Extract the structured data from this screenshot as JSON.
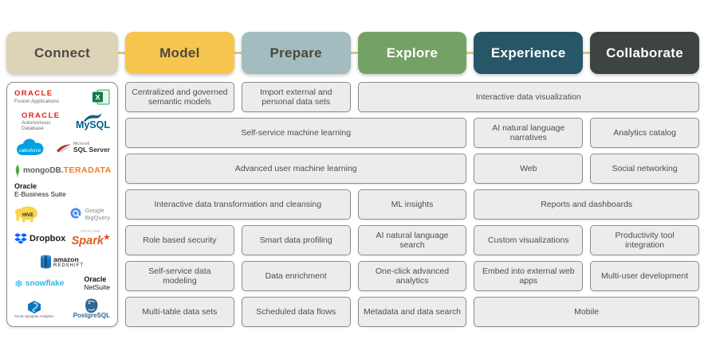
{
  "stages": [
    {
      "id": "connect",
      "label": "Connect",
      "bg": "#ddd4b8",
      "fg": "#4b4a42"
    },
    {
      "id": "model",
      "label": "Model",
      "bg": "#f6c54d",
      "fg": "#4b4a42"
    },
    {
      "id": "prepare",
      "label": "Prepare",
      "bg": "#a3bcbf",
      "fg": "#4f463f"
    },
    {
      "id": "explore",
      "label": "Explore",
      "bg": "#74a264",
      "fg": "#ffffff"
    },
    {
      "id": "experience",
      "label": "Experience",
      "bg": "#275667",
      "fg": "#ffffff"
    },
    {
      "id": "collaborate",
      "label": "Collaborate",
      "bg": "#3e4440",
      "fg": "#ffffff"
    }
  ],
  "colors": {
    "connector_line": "#e5c87f",
    "box_bg": "#ececea",
    "box_border": "#8f8f8f",
    "box_text": "#4d4d4d"
  },
  "grid": {
    "centralized": "Centralized and governed semantic models",
    "import_data": "Import external and personal data sets",
    "interactive_viz": "Interactive data visualization",
    "self_service_ml": "Self-service machine learning",
    "ai_narratives": "AI natural language narratives",
    "analytics_catalog": "Analytics catalog",
    "advanced_ml": "Advanced user machine learning",
    "web": "Web",
    "social": "Social networking",
    "data_transformation": "Interactive data transformation and cleansing",
    "ml_insights": "ML insights",
    "reports": "Reports and dashboards",
    "role_security": "Role based security",
    "smart_profiling": "Smart data profiling",
    "ai_search": "AI natural language search",
    "custom_viz": "Custom visualizations",
    "productivity": "Productivity tool integration",
    "data_modeling": "Self-service data modeling",
    "data_enrichment": "Data enrichment",
    "one_click": "One-click advanced analytics",
    "embed_web": "Embed into external web apps",
    "multi_user": "Multi-user development",
    "multi_table": "Multi-table data sets",
    "scheduled_flows": "Scheduled data flows",
    "metadata_search": "Metadata and data search",
    "mobile": "Mobile"
  },
  "logos": {
    "oracle_fusion": {
      "brand": "ORACLE",
      "sub": "Fusion Applications"
    },
    "excel": {
      "letter": "X"
    },
    "oracle_adb": {
      "brand": "ORACLE",
      "sub1": "Autonomous",
      "sub2": "Database"
    },
    "mysql": {
      "label": "MySQL"
    },
    "salesforce": {
      "label": "salesforce"
    },
    "sql_server": {
      "brand": "Microsoft",
      "label": "SQL Server"
    },
    "mongodb": {
      "label": "mongoDB."
    },
    "teradata": {
      "label": "TERADATA"
    },
    "oracle_ebs": {
      "line1": "Oracle",
      "line2": "E-Business Suite"
    },
    "hive": {
      "label": "HIVE"
    },
    "bigquery": {
      "line1": "Google",
      "line2": "BigQuery"
    },
    "dropbox": {
      "label": "Dropbox"
    },
    "spark": {
      "sup": "APACHE",
      "label": "Spark",
      "star": "★"
    },
    "redshift": {
      "line1": "amazon",
      "line2": "REDSHIFT"
    },
    "snowflake": {
      "flake": "❄",
      "label": "snowflake"
    },
    "netsuite": {
      "line1": "Oracle",
      "line2": "NetSuite"
    },
    "azure_synapse": {
      "label": "Azure Synapse Analytics"
    },
    "postgresql": {
      "label": "PostgreSQL"
    }
  }
}
